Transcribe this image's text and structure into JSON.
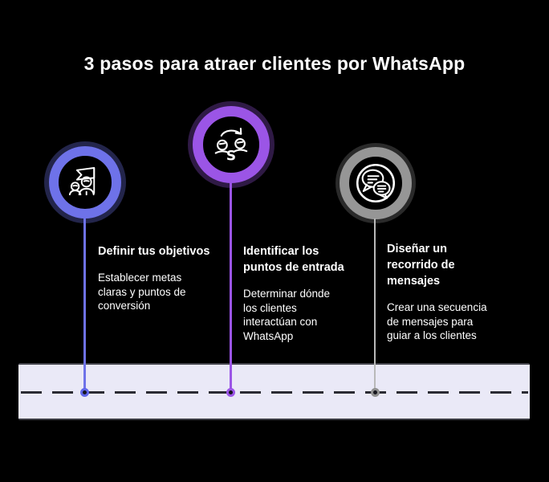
{
  "title": "3 pasos para atraer clientes por WhatsApp",
  "background_color": "#000000",
  "steps": [
    {
      "heading": "Definir tus objetivos",
      "body": "Establecer metas\nclaras y puntos de\nconversión",
      "accent_color": "#6e72e9",
      "icon": "team-goal-flag-icon"
    },
    {
      "heading": "Identificar los\npuntos de entrada",
      "body": "Determinar dónde\nlos clientes\ninteractúan con\nWhatsApp",
      "accent_color": "#9b55e6",
      "icon": "customers-exchange-icon"
    },
    {
      "heading": "Diseñar un\nrecorrido de\nmensajes",
      "body": "Crear una secuencia\nde mensajes para\nguiar a los clientes",
      "accent_color": "#969696",
      "icon": "chat-messages-icon"
    }
  ],
  "timeline": {
    "band_color": "#eae9f7",
    "dash_color": "#2b2b33",
    "dot_colors": [
      "#5f66e8",
      "#9b55e6",
      "#8f8f8f"
    ]
  }
}
